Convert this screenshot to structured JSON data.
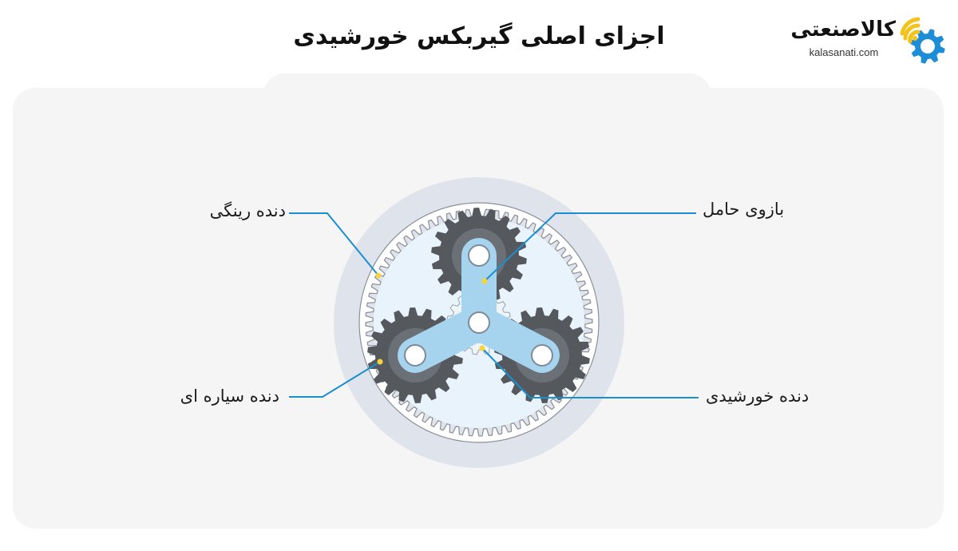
{
  "header": {
    "title": "اجزای اصلی گیربکس خورشیدی"
  },
  "logo": {
    "name": "کالاصنعتی",
    "domain": "kalasanati.com",
    "icon": "gear-wifi-icon"
  },
  "diagram": {
    "labels": {
      "ring_gear": "دنده رینگی",
      "planet_gear": "دنده سیاره ای",
      "carrier_arm": "بازوی حامل",
      "sun_gear": "دنده خورشیدی"
    },
    "colors": {
      "leader_line": "#1a8fcf",
      "pointer_dot": "#f6d53a",
      "planet_gear": "#55595e",
      "carrier": "#a6d4ef",
      "ring_gear": "#ffffff",
      "housing": "#dfe3ec",
      "logo_accent": "#1c8dd6",
      "logo_waves": "#f3c21b"
    }
  }
}
